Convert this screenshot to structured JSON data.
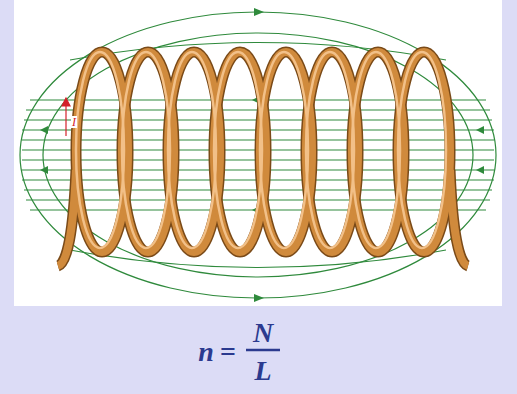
{
  "diagram": {
    "labels": [
      "I",
      "n",
      "=",
      "N",
      "L"
    ]
  }
}
